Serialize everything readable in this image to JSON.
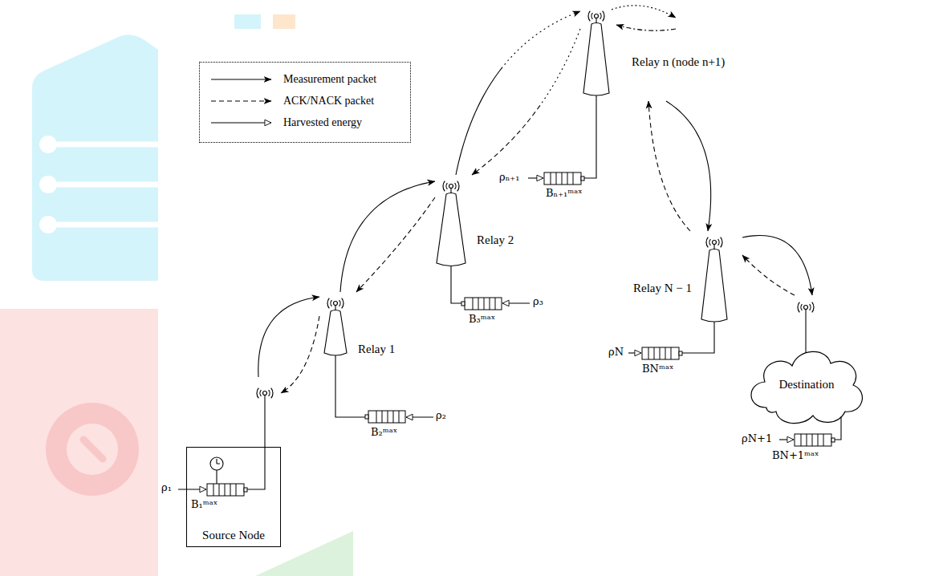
{
  "diagram": {
    "nodes": [
      {
        "text": [
          "Source Node"
        ]
      },
      {
        "text": [
          "Relay 1"
        ]
      },
      {
        "text": [
          "Relay 2"
        ]
      },
      {
        "text": [
          "Relay n (node n+1)"
        ]
      },
      {
        "text": [
          "Relay N − 1"
        ]
      },
      {
        "text": [
          "Destination"
        ]
      }
    ],
    "edges": [
      {
        "from": 0,
        "to": 1,
        "arrow": "to"
      },
      {
        "from": 1,
        "to": 0,
        "arrow": "to"
      },
      {
        "from": 1,
        "to": 2,
        "arrow": "to"
      },
      {
        "from": 2,
        "to": 1,
        "arrow": "to"
      },
      {
        "from": 2,
        "to": 3,
        "arrow": "to"
      },
      {
        "from": 3,
        "to": 2,
        "arrow": "to"
      },
      {
        "from": 3,
        "to": 4,
        "arrow": "to"
      },
      {
        "from": 4,
        "to": 3,
        "arrow": "to"
      },
      {
        "from": 4,
        "to": 5,
        "arrow": "to"
      },
      {
        "from": 5,
        "to": 4,
        "arrow": "to"
      }
    ],
    "labels": [
      "ρ₁",
      "B₁ᵐᵃˣ",
      "ρ₂",
      "B₂ᵐᵃˣ",
      "ρ₃",
      "B₃ᵐᵃˣ",
      "ρₙ₊₁",
      "Bₙ₊₁ᵐᵃˣ",
      "ρN",
      "BNᵐᵃˣ",
      "ρN+1",
      "BN+1ᵐᵃˣ"
    ],
    "legend": [
      {
        "text": "Measurement packet"
      },
      {
        "text": "ACK/NACK packet"
      },
      {
        "text": "Harvested energy"
      }
    ]
  }
}
